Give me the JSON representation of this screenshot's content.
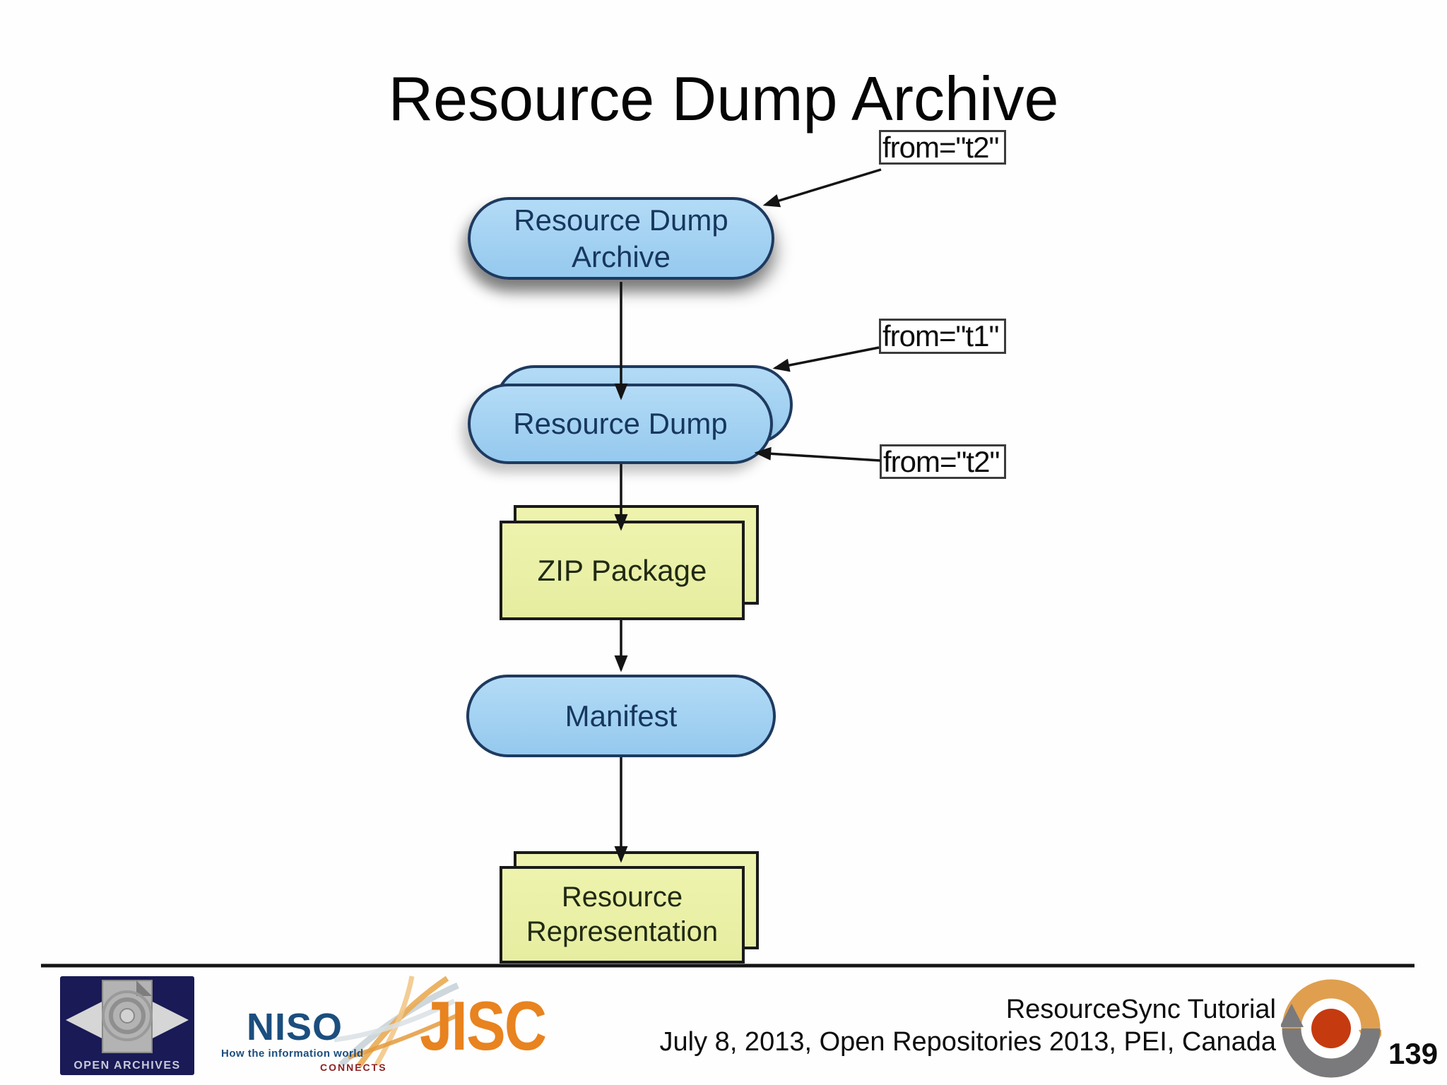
{
  "title": "Resource Dump Archive",
  "diagram": {
    "nodes": {
      "archive": {
        "line1": "Resource Dump",
        "line2": "Archive"
      },
      "dump": {
        "label": "Resource Dump"
      },
      "zip": {
        "label": "ZIP Package"
      },
      "manifest": {
        "label": "Manifest"
      },
      "representation": {
        "line1": "Resource",
        "line2": "Representation"
      }
    },
    "annotations": {
      "archive_from": "from=\"t2\"",
      "dump_back_from": "from=\"t1\"",
      "dump_front_from": "from=\"t2\""
    },
    "colors": {
      "pill_fill": "#a5d2f3",
      "pill_border": "#1e3a5f",
      "pill_text": "#17375e",
      "package_fill": "#ecf2a8",
      "package_border": "#1a1a1a",
      "package_text": "#202a12",
      "arrow": "#141414"
    }
  },
  "footer": {
    "credit_line1": "ResourceSync Tutorial",
    "credit_line2": "July 8, 2013, Open Repositories 2013, PEI, Canada",
    "page_number": "139",
    "logos": {
      "open_archives": {
        "caption": "OPEN ARCHIVES"
      },
      "niso": {
        "name": "NISO",
        "tagline": "How the information world",
        "tagline2": "CONNECTS"
      },
      "jisc": {
        "name": "JISC"
      },
      "resourcesync": {
        "orange": "#df9f4f",
        "gray": "#7a797b",
        "red": "#c63a10"
      }
    }
  }
}
